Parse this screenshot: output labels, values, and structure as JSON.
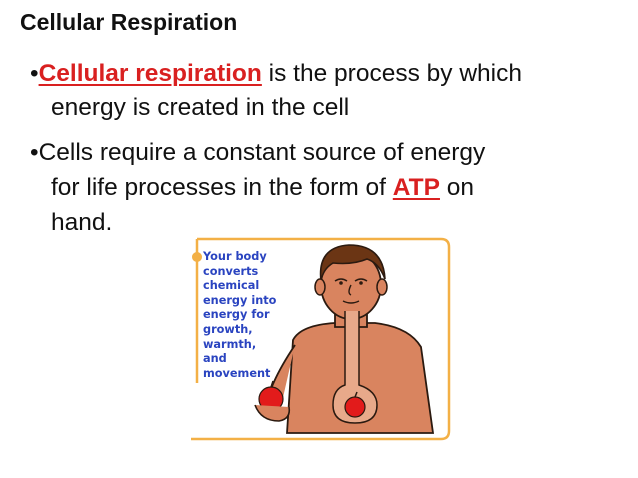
{
  "title": "Cellular Respiration",
  "bullets": [
    {
      "marker": "•",
      "highlight": "Cellular respiration",
      "line1_rest": " is the process by which",
      "line2": "energy is created in the cell"
    },
    {
      "marker": "•",
      "line1": "Cells require a constant source of energy",
      "line2_before": "for life processes in the form of ",
      "highlight": "ATP",
      "line2_after": " on",
      "line3": "hand."
    }
  ],
  "figure": {
    "caption_lines": [
      "Your body",
      "converts",
      "chemical",
      "energy into",
      "energy for",
      "growth,",
      "warmth,",
      "and",
      "movement"
    ],
    "colors": {
      "frame": "#f3b046",
      "skin": "#d9845f",
      "hair": "#6b3514",
      "apple": "#e21b1b",
      "caption": "#2a44c0"
    }
  }
}
